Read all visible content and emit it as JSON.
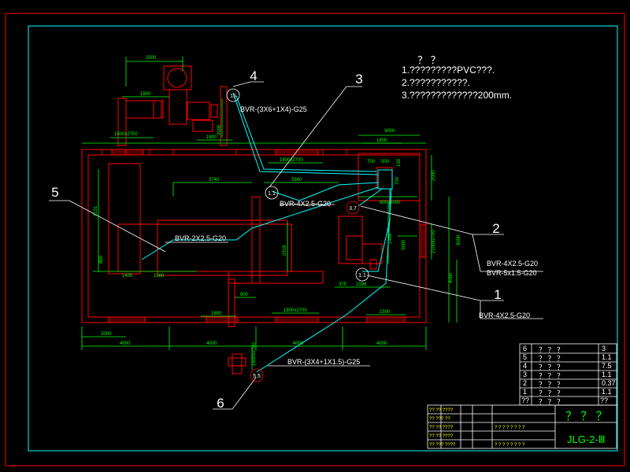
{
  "colors": {
    "background": "#000000",
    "border": "#ff0000",
    "frame": "#00ffff",
    "wall": "#ff0000",
    "dimension": "#00ff00",
    "cable": "#00ffff",
    "text": "#ffffff",
    "leader": "#ffffff",
    "table": "#ffffff"
  },
  "notes": {
    "title": "？ ？",
    "line1": "1.?????????PVC???.",
    "line2": "2.???????????.",
    "line3": "3.?????????????200mm."
  },
  "callouts": [
    {
      "number": "1",
      "label": "BVR-4X2.5-G20"
    },
    {
      "number": "2",
      "label": "BVR-4X2.5-G20",
      "label2": "BVR-5x1.5-G20"
    },
    {
      "number": "3",
      "label": ""
    },
    {
      "number": "4",
      "label": "BVR-(3X6+1X4)-G25"
    },
    {
      "number": "5",
      "label": "BVR-2X2.5-G20"
    },
    {
      "number": "6",
      "label": "BVR-(3X4+1X1.5)-G25"
    }
  ],
  "cable_labels": {
    "mid": "BVR-4X2.5-G20"
  },
  "circles": {
    "c15": "15",
    "c11a": "1.1",
    "c11b": "1.1",
    "c37": "3.7",
    "c55": "5.5"
  },
  "dimensions": {
    "d2500": "2500",
    "d1800a": "1800",
    "d1800b": "1800",
    "d1500x2700a": "1500x2700",
    "d1800x2700a": "1800x2700",
    "d3740": "3740",
    "d3340": "3340",
    "d3000": "3000",
    "d1800c": "1800",
    "d2000r": "2000",
    "d900x2000": "900x2000",
    "d700": "700",
    "d500": "500",
    "d4131": "4131",
    "d1405": "1405",
    "d1080": "1080",
    "d2318": "2318",
    "d1468": "1468",
    "d2100x2700": "2100x2700",
    "d8000": "8000",
    "d4000r": "4000",
    "d375": "375",
    "d1096": "1096",
    "d800": "800",
    "d1800d": "1800",
    "d1800x2700b": "1800x2700",
    "d1500": "1500",
    "d2000b": "2000",
    "d4000a": "4000",
    "d4000b": "4000",
    "d4000c": "4000",
    "d4000d": "4000",
    "d2000v": "2000",
    "d860": "860",
    "d5000": "5000",
    "d100": "100",
    "d700b": "700"
  },
  "table": {
    "rows": [
      {
        "num": "6",
        "name": "？ ？ ？",
        "value": "3"
      },
      {
        "num": "5",
        "name": "？ ？ ？",
        "value": "1.1"
      },
      {
        "num": "4",
        "name": "？ ？ ？",
        "value": "7.5"
      },
      {
        "num": "3",
        "name": "？ ？ ？",
        "value": "1.1"
      },
      {
        "num": "2",
        "name": "？ ？ ？",
        "value": "0.37"
      },
      {
        "num": "1",
        "name": "？ ？ ？",
        "value": "1.1"
      },
      {
        "num": "??",
        "name": "？ ？ ？",
        "value": "??"
      }
    ],
    "title": "？ ？ ？",
    "drawing_no": "JLG-2-Ⅲ"
  }
}
